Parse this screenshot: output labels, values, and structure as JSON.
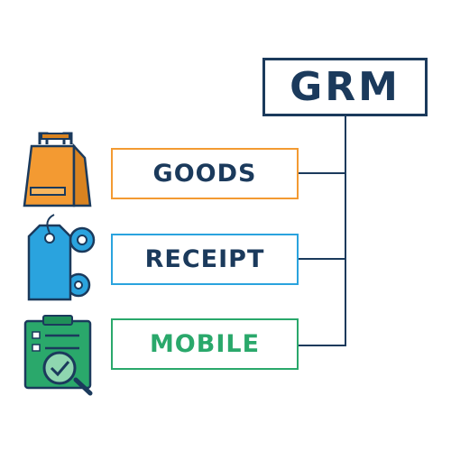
{
  "title": "GRM",
  "items": [
    {
      "label": "GOODS",
      "icon": "shopping-bag-icon",
      "color": "#f39a32"
    },
    {
      "label": "RECEIPT",
      "icon": "tag-gear-icon",
      "color": "#2aa3de"
    },
    {
      "label": "MOBILE",
      "icon": "clipboard-check-icon",
      "color": "#2aa86b"
    }
  ],
  "colors": {
    "navy": "#1b3a5c",
    "orange": "#f39a32",
    "blue": "#2aa3de",
    "green": "#2aa86b"
  }
}
